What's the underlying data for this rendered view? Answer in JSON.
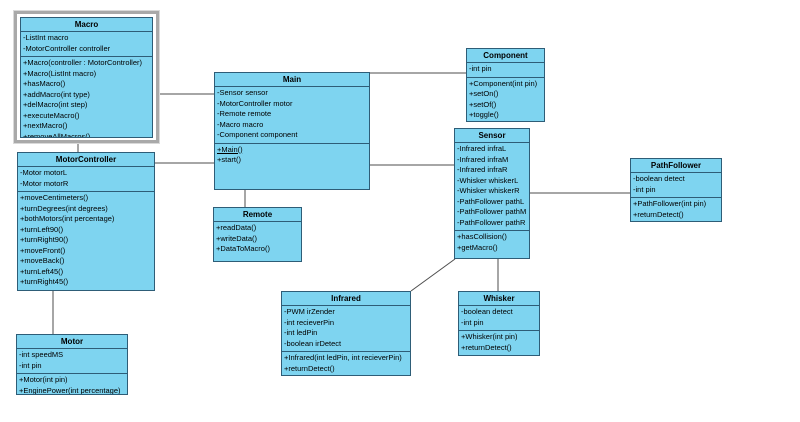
{
  "diagram": {
    "type": "uml-class-diagram",
    "colors": {
      "box_fill": "#7ed4f0",
      "box_border": "#2e5d77",
      "connector": "#4d4d4d",
      "selection_frame": "#a9a9a9"
    },
    "selected_class": "Macro",
    "classes": {
      "macro": {
        "name": "Macro",
        "attributes": [
          "-ListInt macro",
          "-MotorController controller"
        ],
        "methods": [
          "+Macro(controller : MotorController)",
          "+Macro(ListInt macro)",
          "+hasMacro()",
          "+addMacro(int type)",
          "+delMacro(int step)",
          "+executeMacro()",
          "+nextMacro()",
          "+removeAllMacros()"
        ]
      },
      "motorcontroller": {
        "name": "MotorController",
        "attributes": [
          "-Motor motorL",
          "-Motor motorR"
        ],
        "methods": [
          "+moveCentimeters()",
          "+turnDegrees(int degrees)",
          "+bothMotors(int percentage)",
          "+turnLeft90()",
          "+turnRight90()",
          "+moveFront()",
          "+moveBack()",
          "+turnLeft45()",
          "+turnRight45()"
        ]
      },
      "motor": {
        "name": "Motor",
        "attributes": [
          "-int speedMS",
          "-int pin"
        ],
        "methods": [
          "+Motor(int pin)",
          "+EnginePower(int percentage)"
        ]
      },
      "main": {
        "name": "Main",
        "attributes": [
          "-Sensor sensor",
          "-MotorController motor",
          "-Remote remote",
          "-Macro macro",
          "-Component component"
        ],
        "methods": [
          "+Main()",
          "+start()"
        ],
        "underline_methods": [
          0
        ]
      },
      "remote": {
        "name": "Remote",
        "attributes": [],
        "methods": [
          "+readData()",
          "+writeData()",
          "+DataToMacro()"
        ]
      },
      "component": {
        "name": "Component",
        "attributes": [
          "-int pin"
        ],
        "methods": [
          "+Component(int pin)",
          "+setOn()",
          "+setOf()",
          "+toggle()"
        ]
      },
      "sensor": {
        "name": "Sensor",
        "attributes": [
          "-Infrared infraL",
          "-Infrared infraM",
          "-Infrared infraR",
          "-Whisker whiskerL",
          "-Whisker whiskerR",
          "-PathFollower pathL",
          "-PathFollower pathM",
          "-PathFollower pathR"
        ],
        "methods": [
          "+hasCollision()",
          "+getMacro()"
        ]
      },
      "pathfollower": {
        "name": "PathFollower",
        "attributes": [
          "-boolean detect",
          "-int pin"
        ],
        "methods": [
          "+PathFollower(int pin)",
          "+returnDetect()"
        ]
      },
      "infrared": {
        "name": "Infrared",
        "attributes": [
          "-PWM irZender",
          "-int recieverPin",
          "-int ledPin",
          "-boolean irDetect"
        ],
        "methods": [
          "+Infrared(int ledPin, int recieverPin)",
          "+returnDetect()"
        ]
      },
      "whisker": {
        "name": "Whisker",
        "attributes": [
          "-boolean detect",
          "-int pin"
        ],
        "methods": [
          "+Whisker(int pin)",
          "+returnDetect()"
        ]
      }
    },
    "connections": [
      {
        "from": "Macro",
        "to": "Main"
      },
      {
        "from": "Macro",
        "to": "MotorController"
      },
      {
        "from": "MotorController",
        "to": "Main"
      },
      {
        "from": "MotorController",
        "to": "Motor"
      },
      {
        "from": "Main",
        "to": "Remote"
      },
      {
        "from": "Main",
        "to": "Component"
      },
      {
        "from": "Main",
        "to": "Sensor"
      },
      {
        "from": "Sensor",
        "to": "PathFollower"
      },
      {
        "from": "Sensor",
        "to": "Whisker"
      },
      {
        "from": "Sensor",
        "to": "Infrared"
      }
    ]
  }
}
